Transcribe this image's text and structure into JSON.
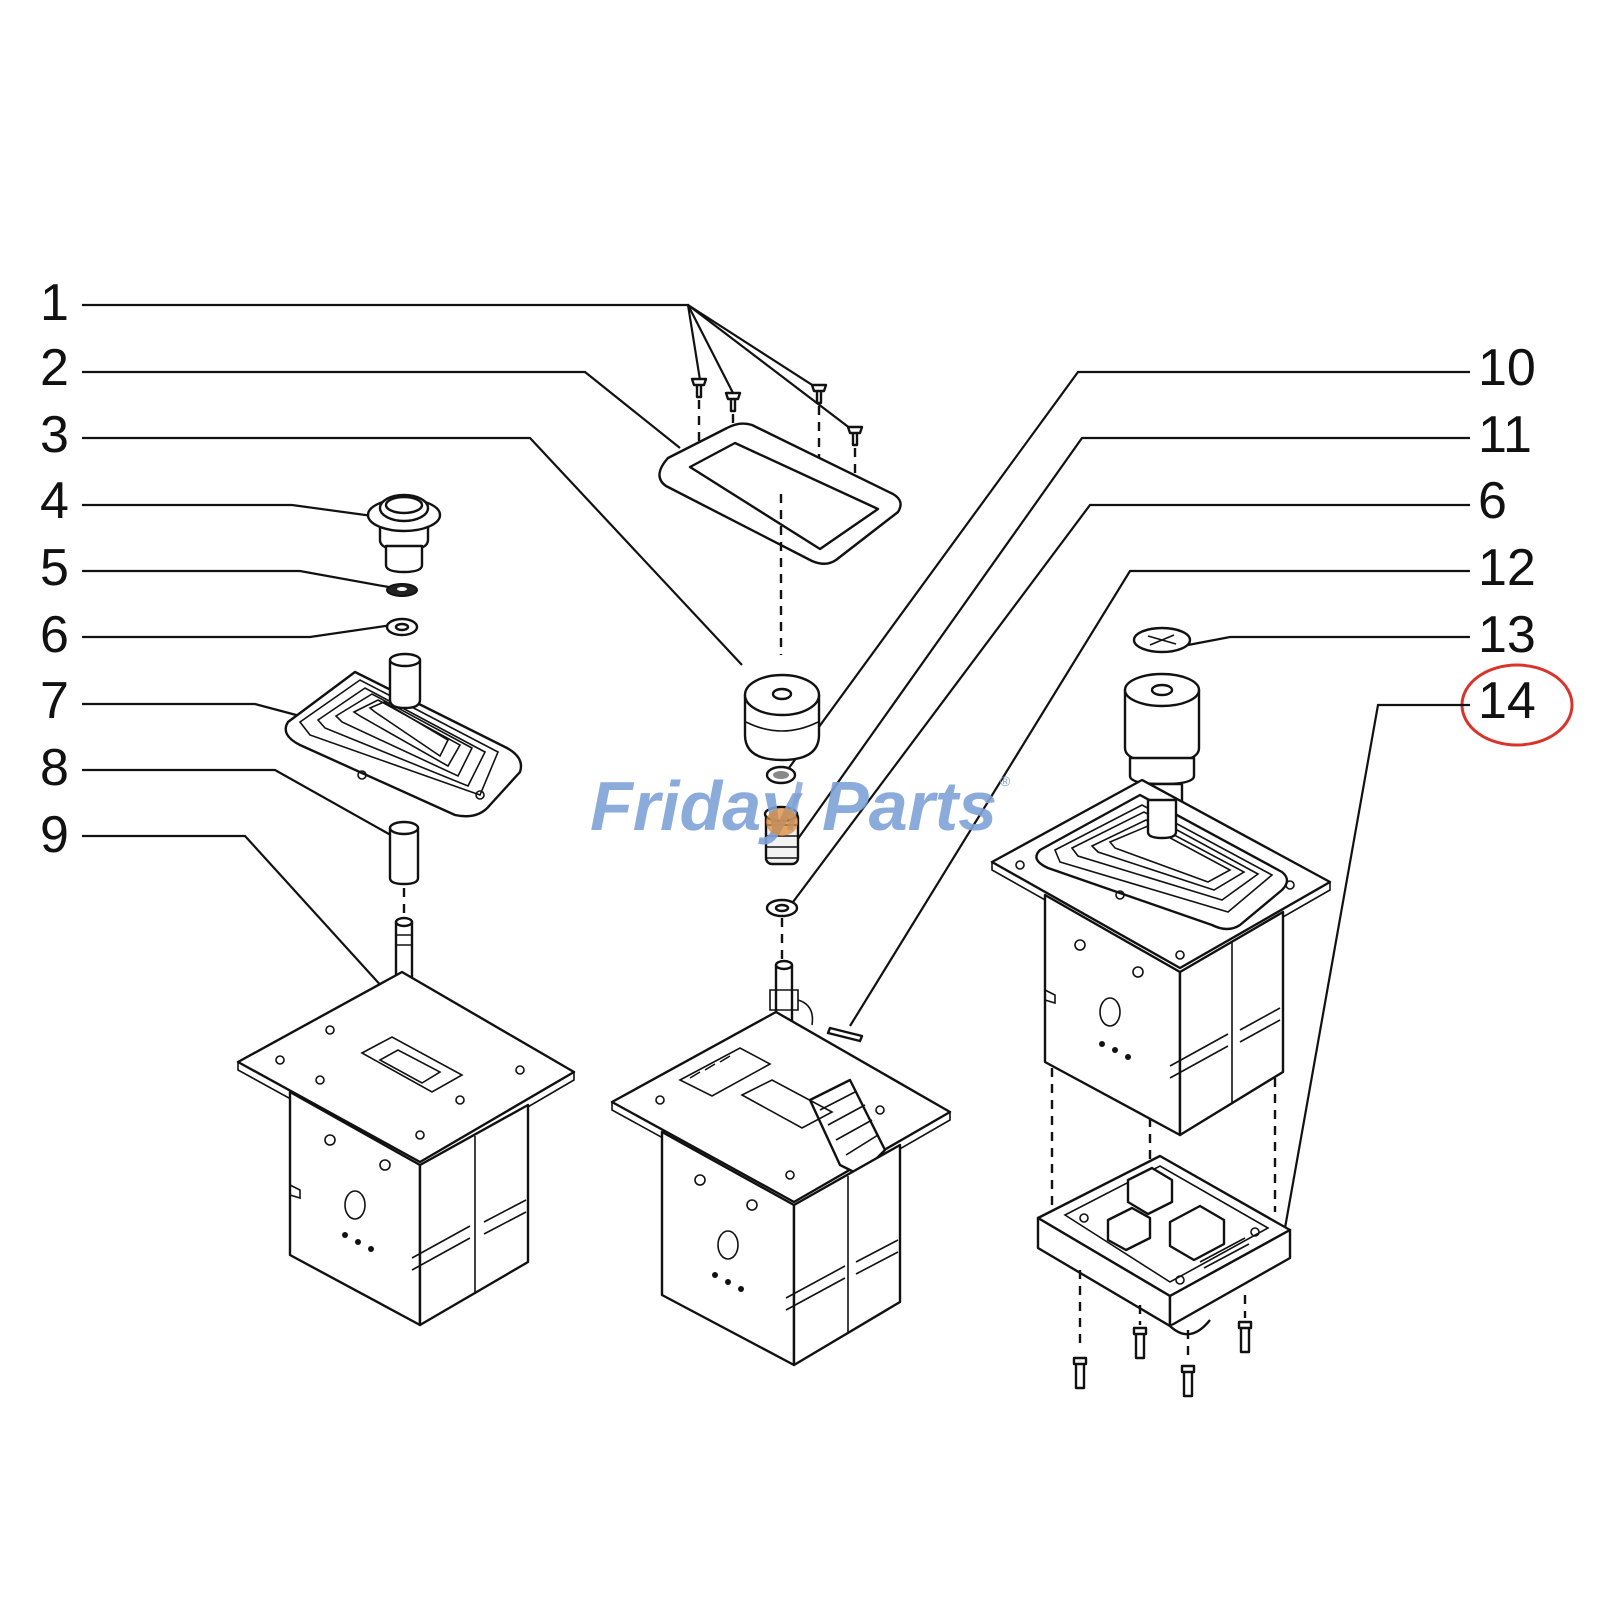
{
  "labels_left": [
    "1",
    "2",
    "3",
    "4",
    "5",
    "6",
    "7",
    "8",
    "9"
  ],
  "labels_right": [
    "10",
    "11",
    "6",
    "12",
    "13",
    "14"
  ],
  "watermark": {
    "part1": "Friday",
    "part2": "Parts",
    "mark": "®"
  },
  "colors": {
    "watermark": "#7fa2d8",
    "highlight_circle": "#d9342b",
    "ink": "#111111"
  }
}
